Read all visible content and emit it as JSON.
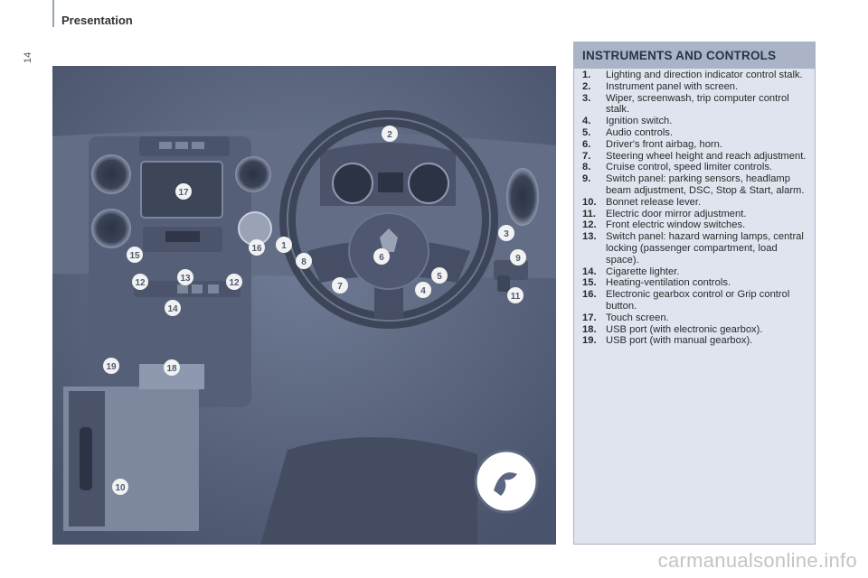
{
  "header": {
    "title": "Presentation",
    "page_number": "14"
  },
  "panel": {
    "title": "INSTRUMENTS AND CONTROLS",
    "items": [
      {
        "num": "1.",
        "text": "Lighting and direction indicator control stalk."
      },
      {
        "num": "2.",
        "text": "Instrument panel with screen."
      },
      {
        "num": "3.",
        "text": "Wiper, screenwash, trip computer control stalk."
      },
      {
        "num": "4.",
        "text": "Ignition switch."
      },
      {
        "num": "5.",
        "text": "Audio controls."
      },
      {
        "num": "6.",
        "text": "Driver's front airbag, horn."
      },
      {
        "num": "7.",
        "text": "Steering wheel height and reach adjustment."
      },
      {
        "num": "8.",
        "text": "Cruise control, speed limiter controls."
      },
      {
        "num": "9.",
        "text": "Switch panel: parking sensors, headlamp beam adjustment, DSC, Stop & Start, alarm."
      },
      {
        "num": "10.",
        "text": "Bonnet release lever."
      },
      {
        "num": "11.",
        "text": "Electric door mirror adjustment."
      },
      {
        "num": "12.",
        "text": "Front electric window switches."
      },
      {
        "num": "13.",
        "text": "Switch panel: hazard warning lamps, central locking (passenger compartment, load space)."
      },
      {
        "num": "14.",
        "text": "Cigarette lighter."
      },
      {
        "num": "15.",
        "text": "Heating-ventilation controls."
      },
      {
        "num": "16.",
        "text": "Electronic gearbox control or Grip control button."
      },
      {
        "num": "17.",
        "text": "Touch screen."
      },
      {
        "num": "18.",
        "text": "USB port (with electronic gearbox)."
      },
      {
        "num": "19.",
        "text": "USB port (with manual gearbox)."
      }
    ]
  },
  "illustration": {
    "callouts": [
      "1",
      "2",
      "3",
      "4",
      "5",
      "6",
      "7",
      "8",
      "9",
      "10",
      "11",
      "12",
      "12",
      "13",
      "14",
      "15",
      "16",
      "17",
      "18",
      "19"
    ]
  },
  "footer": {
    "site": "carmanualsonline.info"
  }
}
